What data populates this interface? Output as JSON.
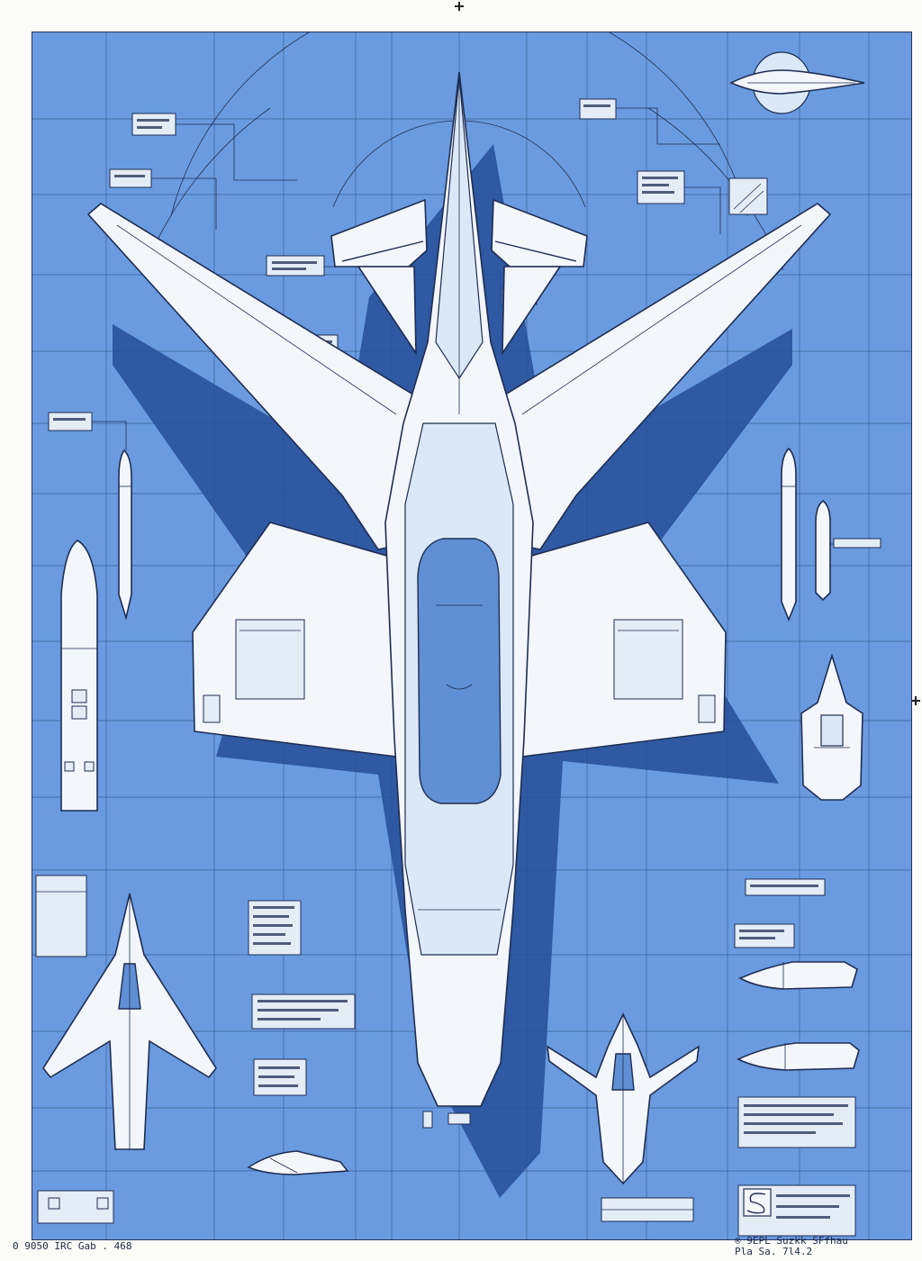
{
  "drawing": {
    "footer_left": "0 9050 IRC Gab . 468",
    "footer_right_line1": "® 9EPL Suzkk SFfhau",
    "footer_right_line2": "Pla Sa. 7l4.2"
  },
  "colors": {
    "sheet": "#6a9be0",
    "line": "#1f2d52",
    "craft_fill": "#f3f6fb",
    "shadow": "#254d96",
    "paper": "#fbfbf8"
  },
  "icons": {
    "registration": "crosshair-mark",
    "title_block_logo": "monogram-s"
  }
}
